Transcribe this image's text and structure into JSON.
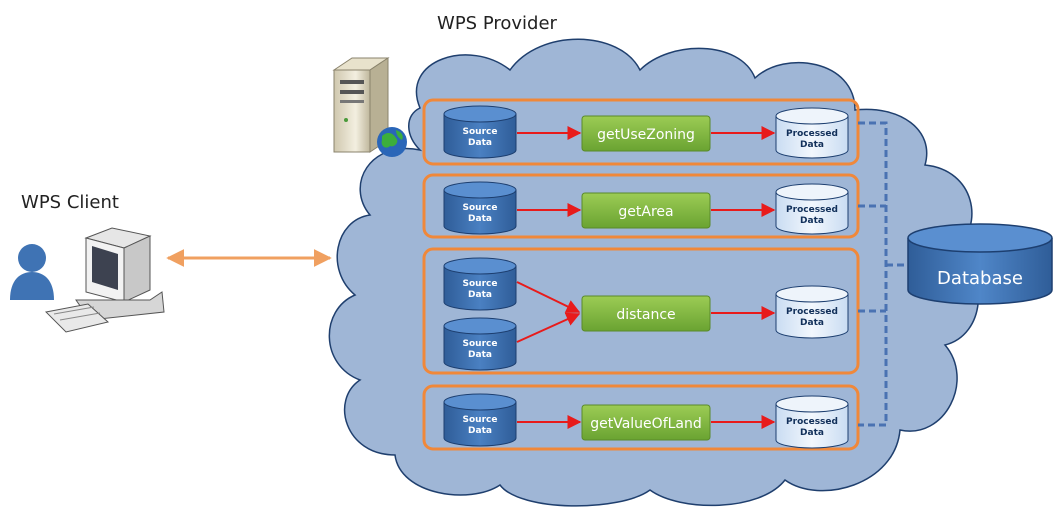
{
  "provider": {
    "title": "WPS Provider"
  },
  "client": {
    "title": "WPS Client"
  },
  "database": {
    "label": "Database"
  },
  "source_line1": "Source",
  "source_line2": "Data",
  "processed_line1": "Processed",
  "processed_line2": "Data",
  "processes": [
    {
      "name": "getUseZoning"
    },
    {
      "name": "getArea"
    },
    {
      "name": "distance"
    },
    {
      "name": "getValueOfLand"
    }
  ],
  "colors": {
    "cloud": "#9fb6d6",
    "cloud_stroke": "#1f3f6e",
    "group_border": "#f0883a",
    "process_fill": "#7fb640",
    "source_fill": "#3f73b4",
    "processed_fill": "#d9e7f8",
    "arrow": "#e81b1b",
    "client_arrow": "#f0a060",
    "database_fill": "#3f73b4",
    "db_link": "#4a72b2"
  }
}
